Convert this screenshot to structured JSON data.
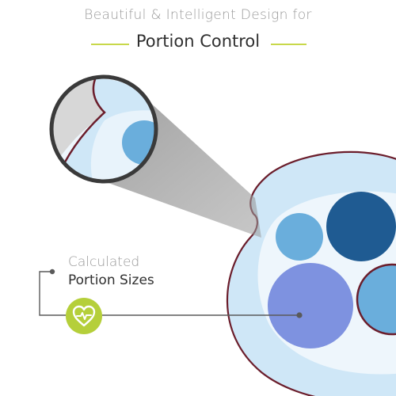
{
  "header": {
    "tagline": "Beautiful & Intelligent Design for",
    "headline": "Portion Control"
  },
  "callout": {
    "line1": "Calculated",
    "line2": "Portion Sizes",
    "icon": "heart-pulse-icon"
  },
  "colors": {
    "accent_green": "#b5cf3a",
    "plate_rim": "#cfe7f7",
    "plate_outline": "#6b1d2b",
    "dark_blue": "#1f5b92",
    "mid_blue": "#6aaedc",
    "periwinkle": "#7e92e0",
    "grey_text": "#9a9a9a",
    "dark_text": "#2f2f2f"
  }
}
